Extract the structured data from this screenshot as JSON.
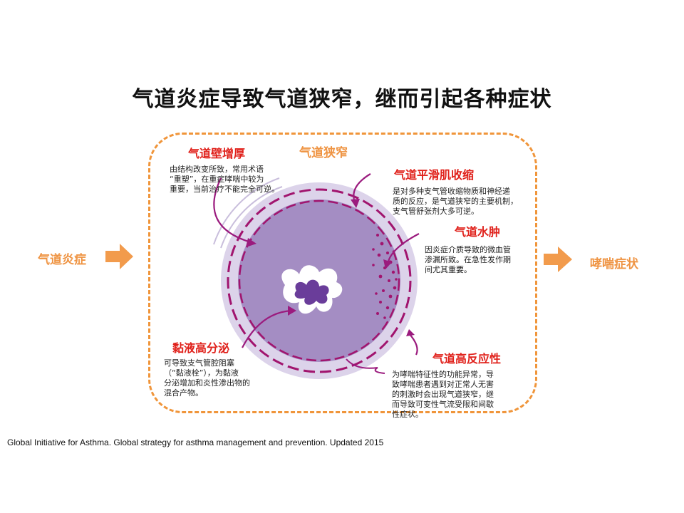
{
  "title": "气道炎症导致气道狭窄，继而引起各种症状",
  "left_label": "气道炎症",
  "right_label": "哮喘症状",
  "center_label": "气道狭窄",
  "sections": {
    "wall": {
      "heading": "气道壁增厚",
      "lines": [
        "由结构改变所致，常用术语",
        "“重塑”，在重症哮喘中较为",
        "重要，当前治疗不能完全可逆。"
      ]
    },
    "smooth": {
      "heading": "气道平滑肌收缩",
      "lines": [
        "是对多种支气管收缩物质和神经递",
        "质的反应，是气道狭窄的主要机制，",
        "支气管舒张剂大多可逆。"
      ]
    },
    "edema": {
      "heading": "气道水肿",
      "lines": [
        "因炎症介质导致的微血管",
        "渗漏所致。在急性发作期",
        "间尤其重要。"
      ]
    },
    "mucus": {
      "heading": "黏液高分泌",
      "lines": [
        "可导致支气管腔阻塞",
        "（“黏液栓”），为黏液",
        "分泌增加和炎性渗出物的",
        "混合产物。"
      ]
    },
    "hyper": {
      "heading": "气道高反应性",
      "lines": [
        "为哮喘特征性的功能异常，导",
        "致哮喘患者遇到对正常人无害",
        "的刺激时会出现气道狭窄，继",
        "而导致可变性气流受限和间歇",
        "性症状。"
      ]
    }
  },
  "citation": "Global Initiative for Asthma. Global strategy for asthma management and prevention. Updated 2015",
  "colors": {
    "orange": "#ef9443",
    "red_heading": "#e0211b",
    "purple_arrow": "#9b1b7e",
    "airway_outer": "#dcd3ea",
    "airway_inner": "#a48dc3",
    "lumen": "#6a3d9a",
    "magenta": "#a1146e"
  },
  "icons": [
    "right-arrow-icon",
    "airway-cross-section",
    "pointer-arrow-icon"
  ]
}
